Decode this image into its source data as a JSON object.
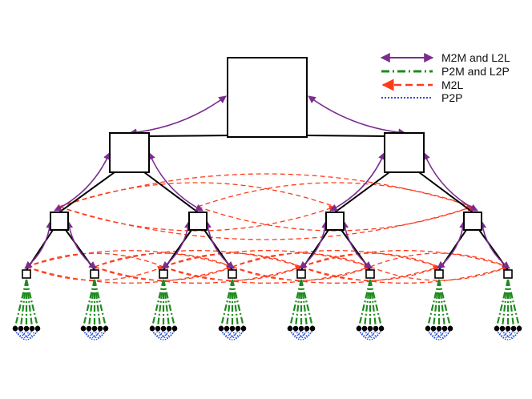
{
  "colors": {
    "m2m_l2l": "#7b2d8f",
    "p2m_l2p": "#1f8a1f",
    "m2l": "#ff3a1a",
    "p2p": "#2a4fd8",
    "tree": "#000000"
  },
  "legend": {
    "m2m_l2l": "M2M and L2L",
    "p2m_l2p": "P2M and L2P",
    "m2l": "M2L",
    "p2p": "P2P"
  }
}
